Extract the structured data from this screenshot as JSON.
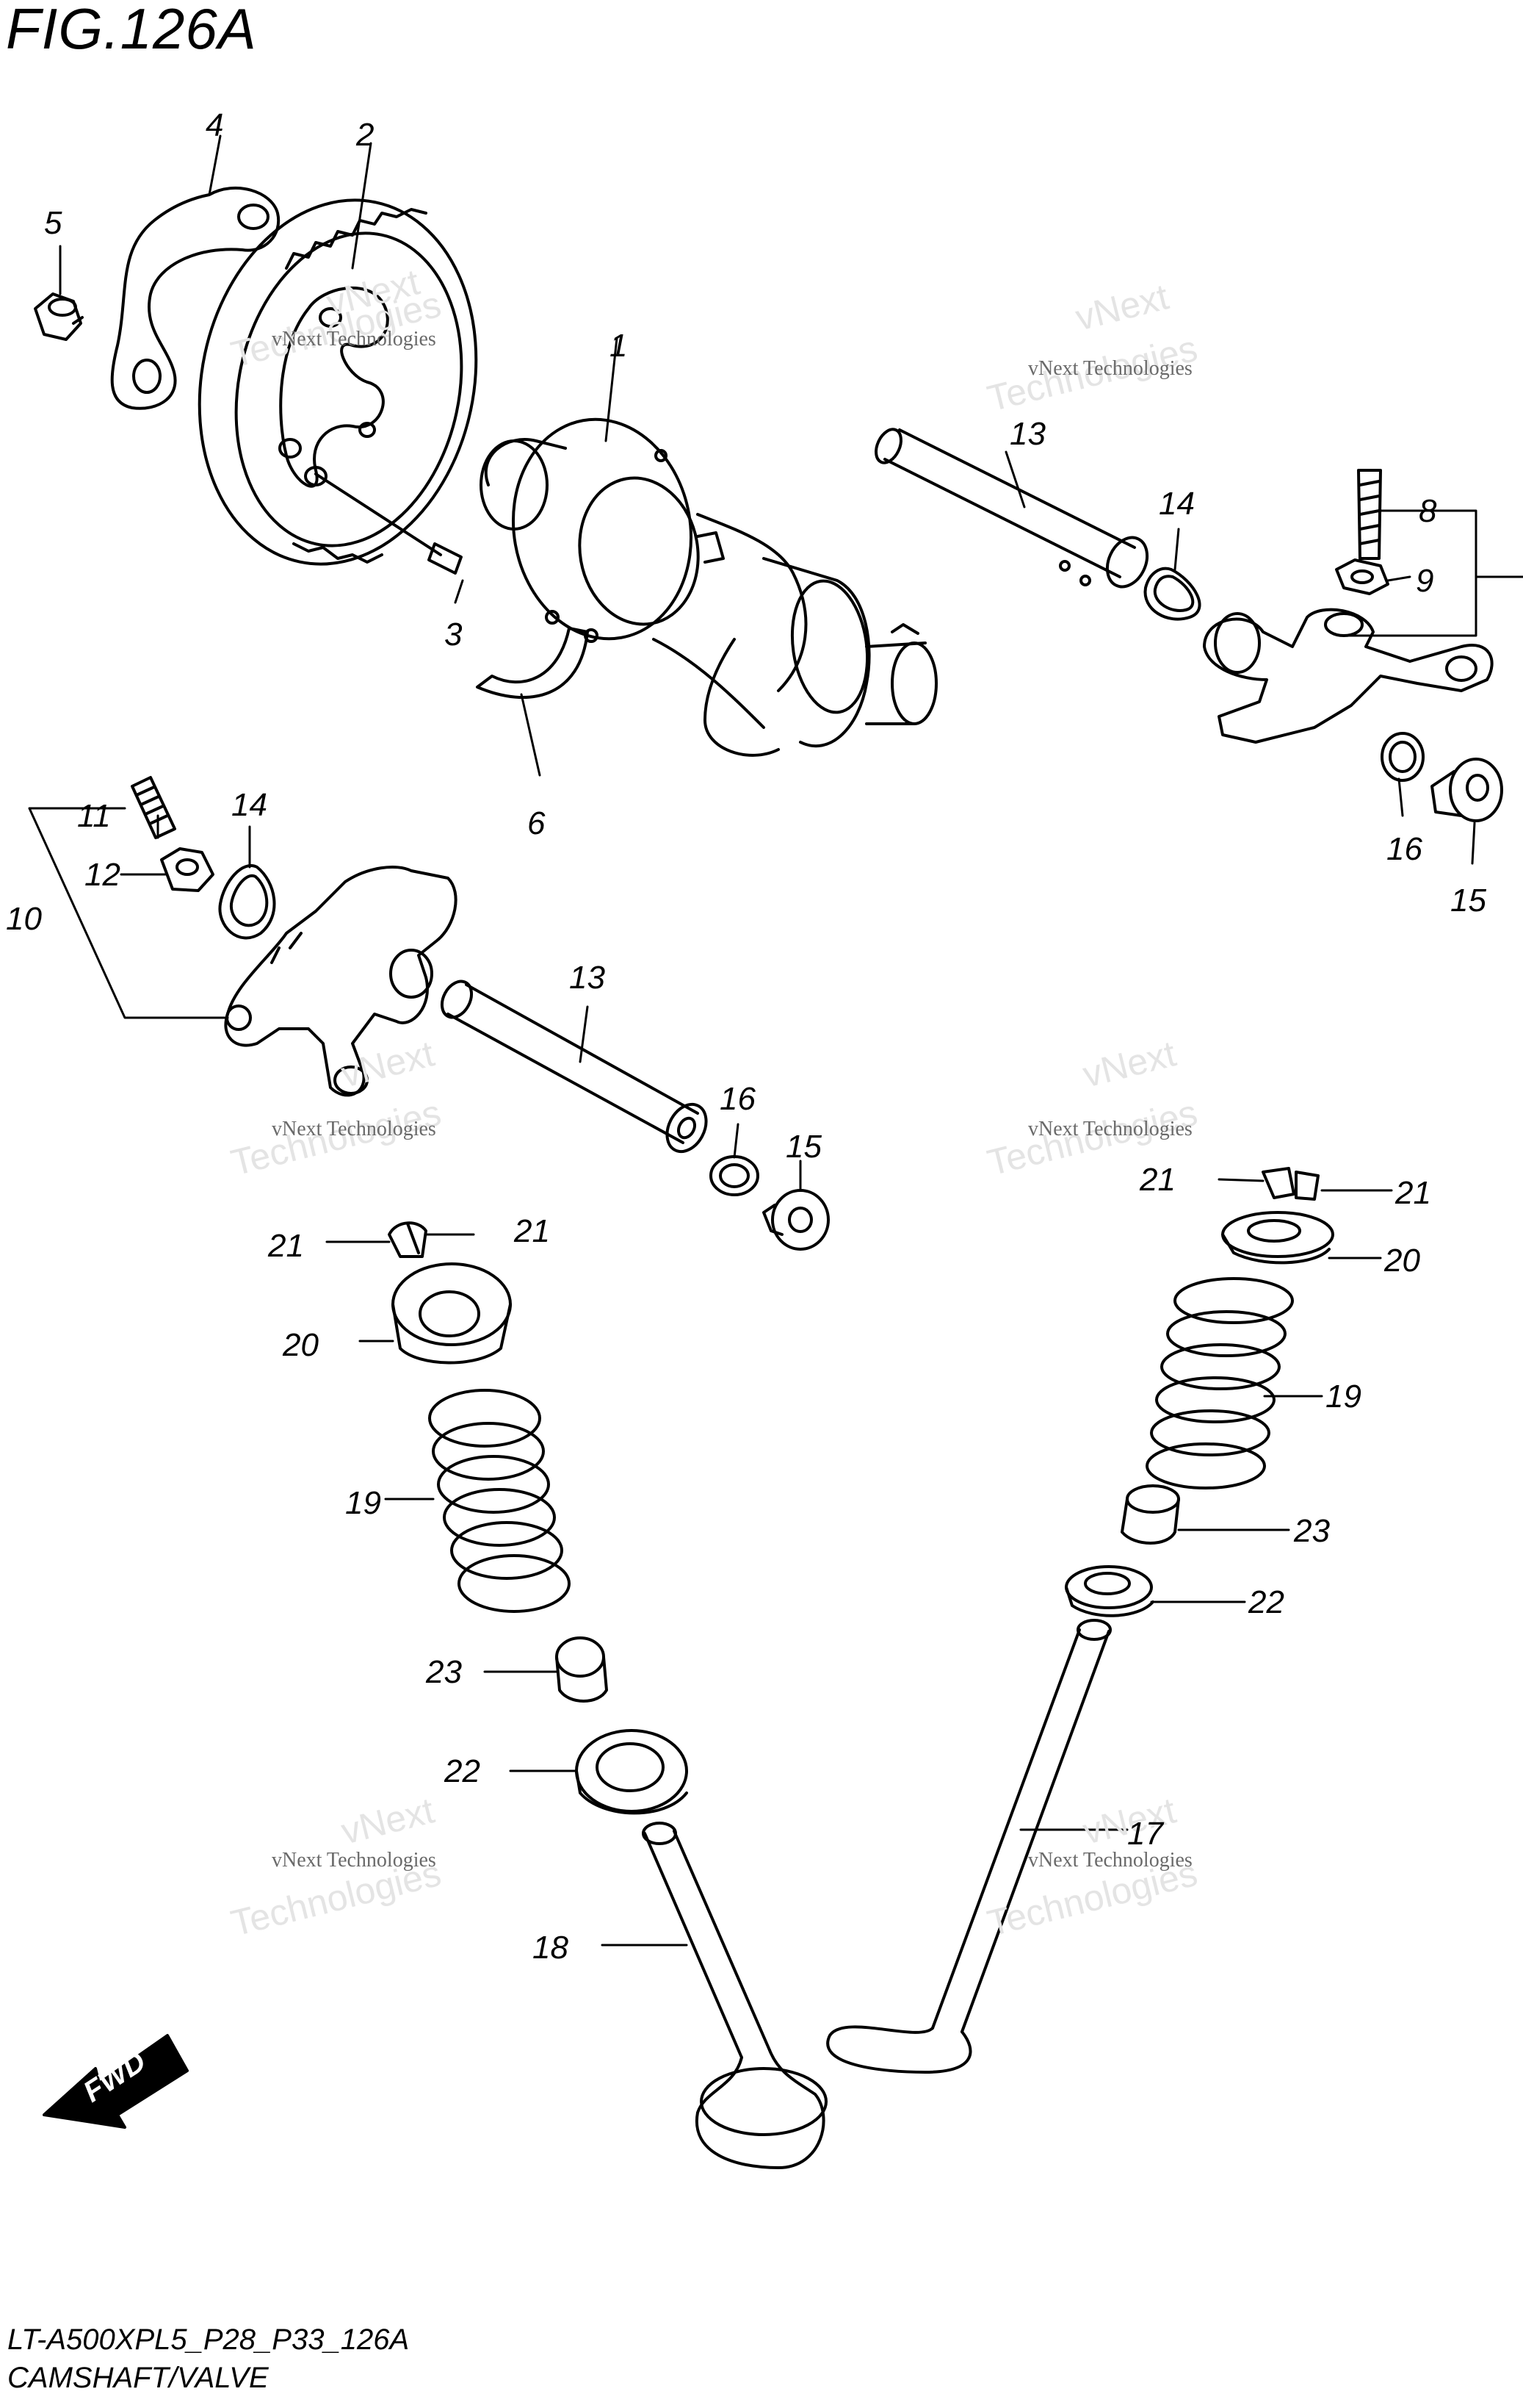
{
  "figure": {
    "title": "FIG.126A",
    "code": "LT-A500XPL5_P28_P33_126A",
    "name": "CAMSHAFT/VALVE"
  },
  "watermark": {
    "line1": "vNext Technologies",
    "line2": "Technologies",
    "line3": "vNext"
  },
  "fwd_label": "FWD",
  "callouts": [
    "1",
    "2",
    "3",
    "4",
    "5",
    "6",
    "8",
    "9",
    "10",
    "11",
    "12",
    "13",
    "14",
    "15",
    "16",
    "17",
    "18",
    "19",
    "20",
    "21",
    "22",
    "23"
  ]
}
